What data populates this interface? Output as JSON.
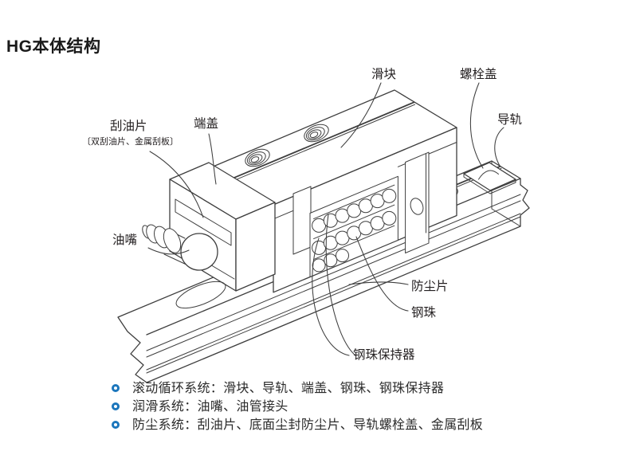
{
  "title": "HG本体结构",
  "colors": {
    "accent": "#1b76bc",
    "line": "#3e3e3e",
    "text": "#231f20"
  },
  "diagram": {
    "description": "isometric-cutaway-drawing-of-HG-linear-guideway",
    "labels": {
      "slider": "滑块",
      "bolt_cover": "螺栓盖",
      "rail": "导轨",
      "scraper": "刮油片",
      "scraper_sub": "〔双刮油片、金属刮板〕",
      "end_cap": "端盖",
      "grease_nipple": "油嘴",
      "dust_strip": "防尘片",
      "ball": "钢珠",
      "ball_retainer": "钢珠保持器"
    }
  },
  "legend": {
    "items": [
      "滚动循环系统：滑块、导轨、端盖、钢珠、钢珠保持器",
      "润滑系统：油嘴、油管接头",
      "防尘系统：刮油片、底面尘封防尘片、导轨螺栓盖、金属刮板"
    ]
  }
}
